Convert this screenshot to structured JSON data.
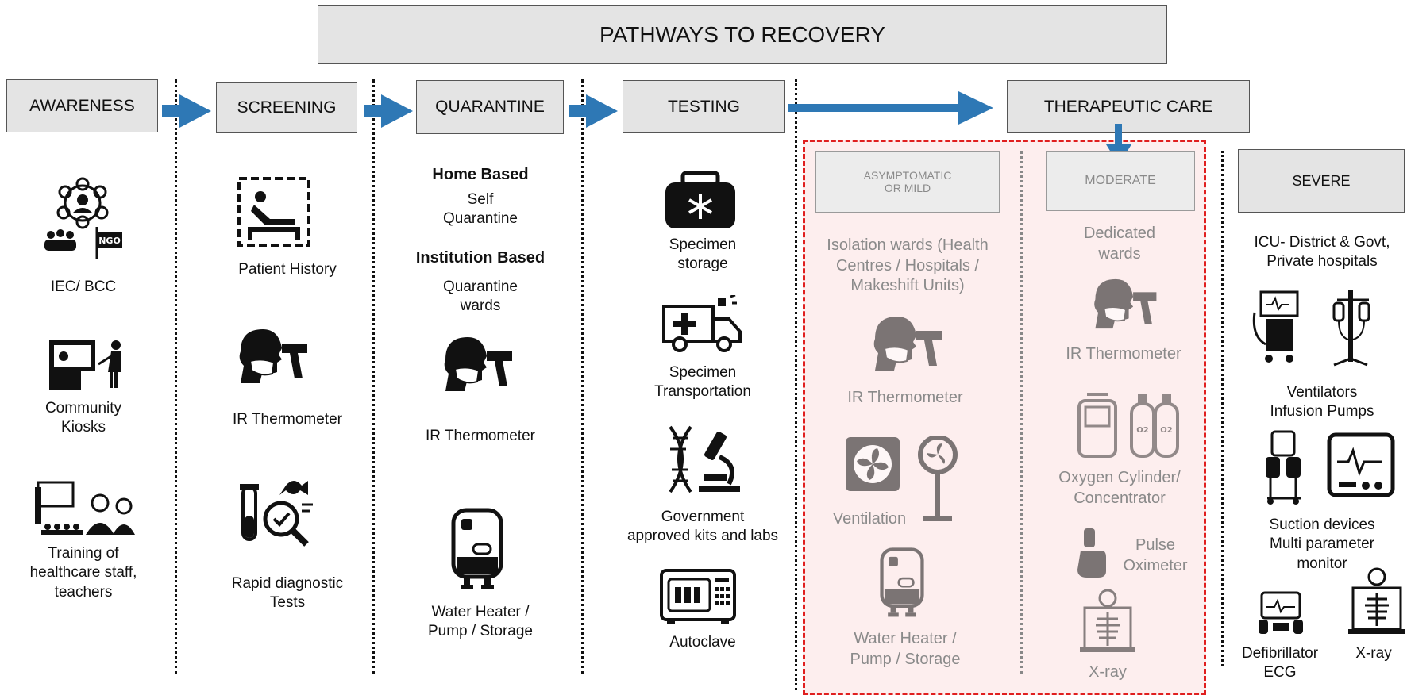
{
  "title": "PATHWAYS TO RECOVERY",
  "stages": {
    "awareness": "AWARENESS",
    "screening": "SCREENING",
    "quarantine": "QUARANTINE",
    "testing": "TESTING",
    "therapeutic": "THERAPEUTIC CARE"
  },
  "awareness": {
    "item1": "IEC/ BCC",
    "item2": "Community\nKiosks",
    "item3": "Training of\nhealthcare staff,\nteachers"
  },
  "screening": {
    "item1": "Patient History",
    "item2": "IR Thermometer",
    "item3": "Rapid diagnostic\nTests"
  },
  "quarantine": {
    "home_heading": "Home Based",
    "home_text": "Self\nQuarantine",
    "inst_heading": "Institution Based",
    "inst_text": "Quarantine\nwards",
    "item1": "IR Thermometer",
    "item2": "Water Heater /\nPump / Storage"
  },
  "testing": {
    "item1": "Specimen\nstorage",
    "item2": "Specimen\nTransportation",
    "item3": "Government\napproved kits and labs",
    "item4": "Autoclave"
  },
  "therapeutic": {
    "mild": {
      "label": "ASYMPTOMATIC\nOR MILD",
      "desc": "Isolation wards (Health\nCentres / Hospitals /\nMakeshift Units)",
      "item1": "IR Thermometer",
      "item2": "Ventilation",
      "item3": "Water Heater /\nPump / Storage"
    },
    "moderate": {
      "label": "MODERATE",
      "desc": "Dedicated\nwards",
      "item1": "IR Thermometer",
      "item2": "Oxygen Cylinder/\nConcentrator",
      "item3": "Pulse\nOximeter",
      "item4": "X-ray"
    },
    "severe": {
      "label": "SEVERE",
      "desc": "ICU- District & Govt,\nPrivate hospitals",
      "item1": "Ventilators\nInfusion Pumps",
      "item2": "Suction devices\nMulti parameter\nmonitor",
      "item3": "Defibrillator\nECG",
      "item4": "X-ray"
    }
  },
  "colors": {
    "arrow": "#2e78b5",
    "highlight_border": "#e01f1f",
    "highlight_fill": "#fdeeee",
    "box_fill": "#e4e4e4"
  }
}
